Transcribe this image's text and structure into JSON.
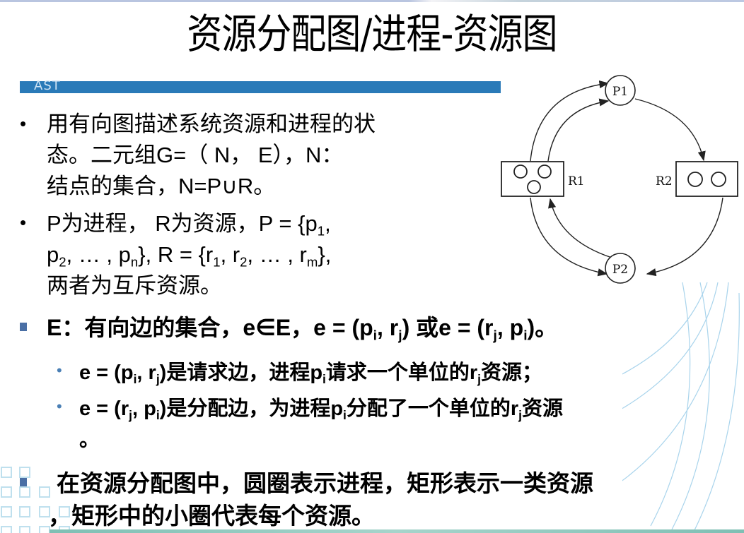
{
  "slide": {
    "title": "资源分配图/进程-资源图",
    "header_logo": "AST",
    "accent_color": "#2a7ab8"
  },
  "bullets_top": [
    {
      "lines": [
        "用有向图描述系统资源和进程的状",
        "态。二元组G=（ N， E），N：",
        "结点的集合，N=P∪R。"
      ]
    },
    {
      "line1_a": "P为进程， R为资源，P = {p",
      "line1_sub": "1",
      "line1_b": ",",
      "line2_p": "p",
      "line2_sub2": "2",
      "line2_mid": ", … , p",
      "line2_subn": "n",
      "line2_r": "}, R = {r",
      "line2_sub_r1": "1",
      "line2_r2": ", r",
      "line2_sub_r2": "2",
      "line2_r3": ", … , r",
      "line2_sub_rm": "m",
      "line2_end": "},",
      "line3": "两者为互斥资源。"
    }
  ],
  "edge_bullet": {
    "a": "E：有向边的集合，e∈E，e = (p",
    "s1": "i",
    "b": ", r",
    "s2": "j",
    "c": ") 或e = (r",
    "s3": "j",
    "d": ", p",
    "s4": "i",
    "e": ")。"
  },
  "sub_bullets": [
    {
      "a": "e = (p",
      "s1": "i",
      "b": ", r",
      "s2": "j",
      "c": ")是请求边，进程p",
      "s3": "i",
      "d": "请求一个单位的r",
      "s4": "j",
      "e": "资源；"
    },
    {
      "a": "e = (r",
      "s1": "j",
      "b": ", p",
      "s2": "i",
      "c": ")是分配边，为进程p",
      "s3": "i",
      "d": "分配了一个单位的r",
      "s4": "j",
      "e": "资源",
      "wrap": "。"
    }
  ],
  "final_bullet": {
    "line1": "在资源分配图中，圆圈表示进程，矩形表示一类资源",
    "line2": "，矩形中的小圈代表每个资源。"
  },
  "diagram": {
    "processes": [
      {
        "id": "P1",
        "label": "P1"
      },
      {
        "id": "P2",
        "label": "P2"
      }
    ],
    "resources": [
      {
        "id": "R1",
        "label": "R1",
        "instances": 3
      },
      {
        "id": "R2",
        "label": "R2",
        "instances": 2
      }
    ],
    "edges": [
      {
        "from": "R1",
        "to": "P1",
        "type": "allocation"
      },
      {
        "from": "R1",
        "to": "P1",
        "type": "allocation"
      },
      {
        "from": "P1",
        "to": "R2",
        "type": "request"
      },
      {
        "from": "R2",
        "to": "P2",
        "type": "allocation"
      },
      {
        "from": "R1",
        "to": "P2",
        "type": "allocation"
      },
      {
        "from": "P2",
        "to": "R1",
        "type": "request"
      }
    ]
  }
}
